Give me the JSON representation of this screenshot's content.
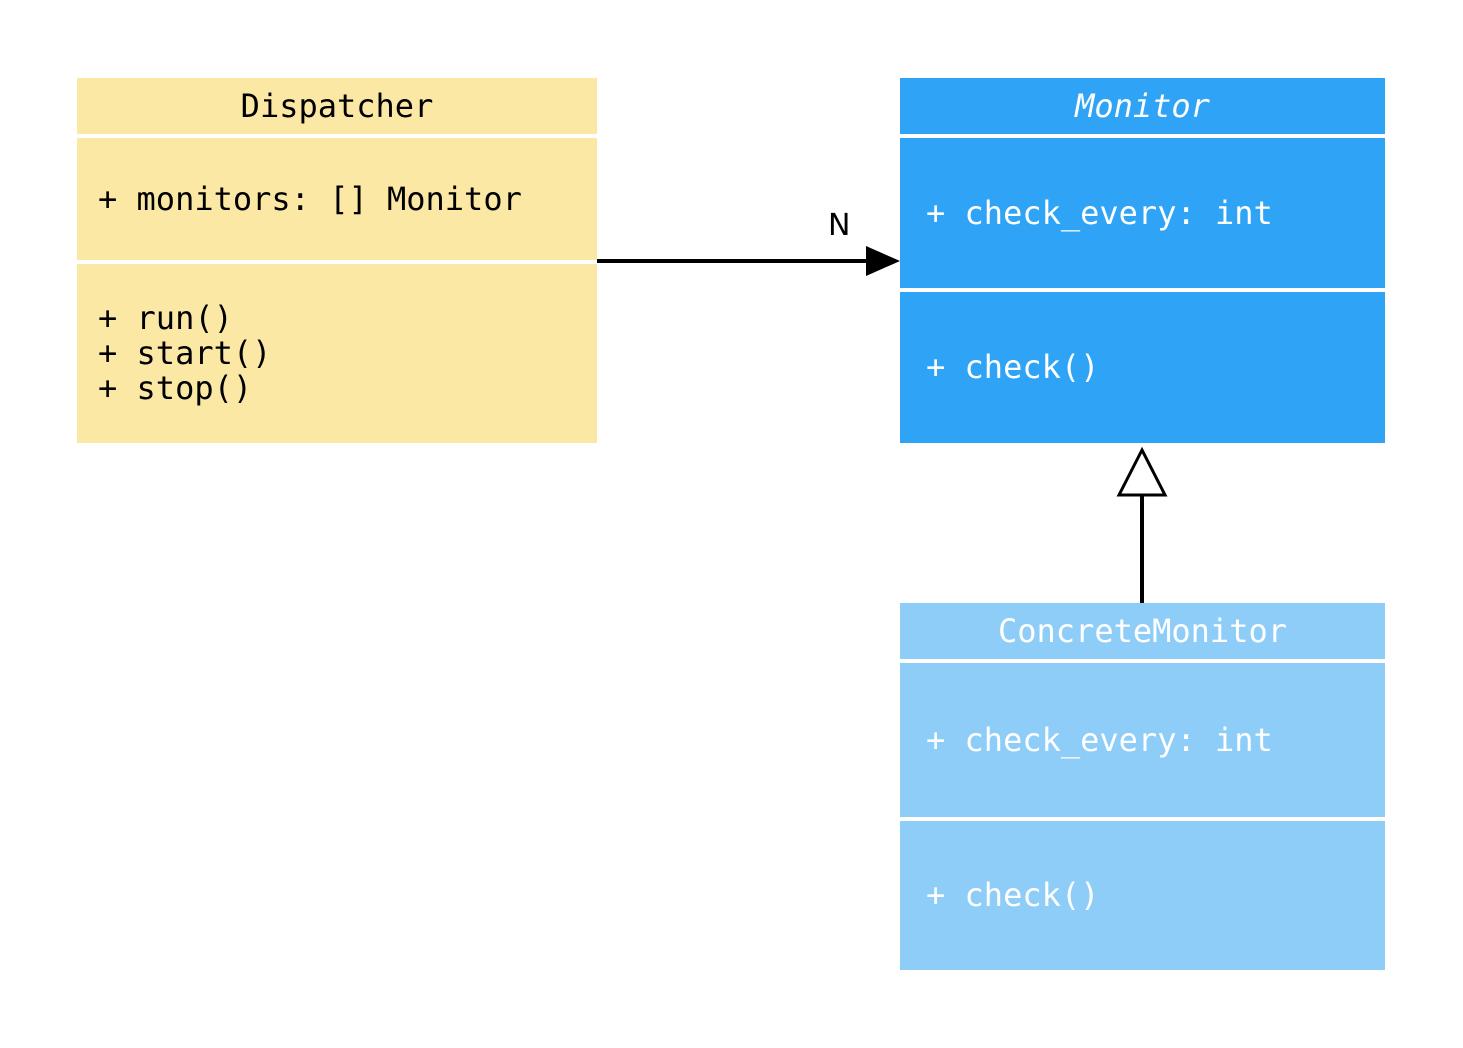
{
  "diagram": {
    "type": "uml-class-diagram",
    "classes": [
      {
        "name": "Dispatcher",
        "abstract": false,
        "fill": "#FAE8A4",
        "text_color": "#000000",
        "attributes": [
          "+ monitors: [] Monitor"
        ],
        "methods": [
          "+ run()",
          "+ start()",
          "+ stop()"
        ]
      },
      {
        "name": "Monitor",
        "abstract": true,
        "fill": "#2FA4F7",
        "text_color": "#FFFFFF",
        "attributes": [
          "+ check_every: int"
        ],
        "methods": [
          "+ check()"
        ]
      },
      {
        "name": "ConcreteMonitor",
        "abstract": false,
        "fill": "#8FCDF9",
        "text_color": "#FFFFFF",
        "attributes": [
          "+ check_every: int"
        ],
        "methods": [
          "+ check()"
        ]
      }
    ],
    "relations": [
      {
        "type": "association",
        "from": "Dispatcher",
        "to": "Monitor",
        "label": "N"
      },
      {
        "type": "inheritance",
        "from": "ConcreteMonitor",
        "to": "Monitor"
      }
    ]
  }
}
